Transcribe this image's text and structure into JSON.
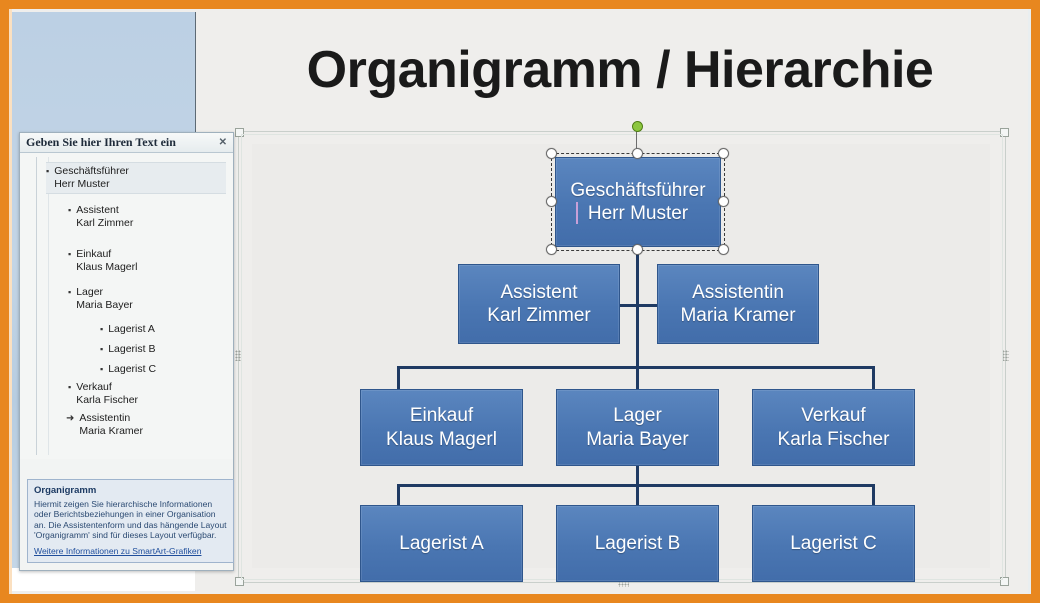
{
  "slide": {
    "title": "Organigramm / Hierarchie"
  },
  "text_pane": {
    "header": "Geben Sie hier Ihren Text ein",
    "close_icon": "✕",
    "items": [
      {
        "bullet": "▪",
        "line1": "Geschäftsführer",
        "line2": "Herr Muster",
        "level": 1,
        "selected": true
      },
      {
        "bullet": "▪",
        "line1": "Assistent",
        "line2": "Karl Zimmer",
        "level": 2,
        "selected": false
      },
      {
        "bullet": "▪",
        "line1": "Einkauf",
        "line2": "Klaus Magerl",
        "level": 2,
        "selected": false
      },
      {
        "bullet": "▪",
        "line1": "Lager",
        "line2": "Maria Bayer",
        "level": 2,
        "selected": false
      },
      {
        "bullet": "▪",
        "line1": "Lagerist A",
        "line2": "",
        "level": 3,
        "selected": false
      },
      {
        "bullet": "▪",
        "line1": "Lagerist B",
        "line2": "",
        "level": 3,
        "selected": false
      },
      {
        "bullet": "▪",
        "line1": "Lagerist C",
        "line2": "",
        "level": 3,
        "selected": false
      },
      {
        "bullet": "▪",
        "line1": "Verkauf",
        "line2": "Karla Fischer",
        "level": 2,
        "selected": false
      },
      {
        "bullet": "➜",
        "line1": "Assistentin",
        "line2": "Maria Kramer",
        "level": 2,
        "selected": false
      }
    ],
    "description": {
      "title": "Organigramm",
      "body": "Hiermit zeigen Sie hierarchische Informationen oder Berichtsbeziehungen in einer Organisation an. Die Assistentenform und das hängende Layout 'Organigramm' sind für dieses Layout verfügbar.",
      "link": "Weitere Informationen zu SmartArt-Grafiken"
    }
  },
  "org_chart": {
    "nodes": [
      {
        "id": "ceo",
        "line1": "Geschäftsführer",
        "line2": "Herr Muster",
        "selected": true
      },
      {
        "id": "asst1",
        "line1": "Assistent",
        "line2": "Karl Zimmer",
        "selected": false
      },
      {
        "id": "asst2",
        "line1": "Assistentin",
        "line2": "Maria Kramer",
        "selected": false
      },
      {
        "id": "ein",
        "line1": "Einkauf",
        "line2": "Klaus Magerl",
        "selected": false
      },
      {
        "id": "lag",
        "line1": "Lager",
        "line2": "Maria Bayer",
        "selected": false
      },
      {
        "id": "ver",
        "line1": "Verkauf",
        "line2": "Karla Fischer",
        "selected": false
      },
      {
        "id": "lga",
        "line1": "Lagerist A",
        "line2": "",
        "selected": false
      },
      {
        "id": "lgb",
        "line1": "Lagerist B",
        "line2": "",
        "selected": false
      },
      {
        "id": "lgc",
        "line1": "Lagerist C",
        "line2": "",
        "selected": false
      }
    ]
  },
  "colors": {
    "frame": "#e8871f",
    "node_fill": "#4a76b2",
    "node_border": "#2f568c",
    "connector": "#1f3a63",
    "rotate_handle": "#8cc63f",
    "left_panel": "#bcd0e4",
    "canvas": "#ecebe9"
  }
}
